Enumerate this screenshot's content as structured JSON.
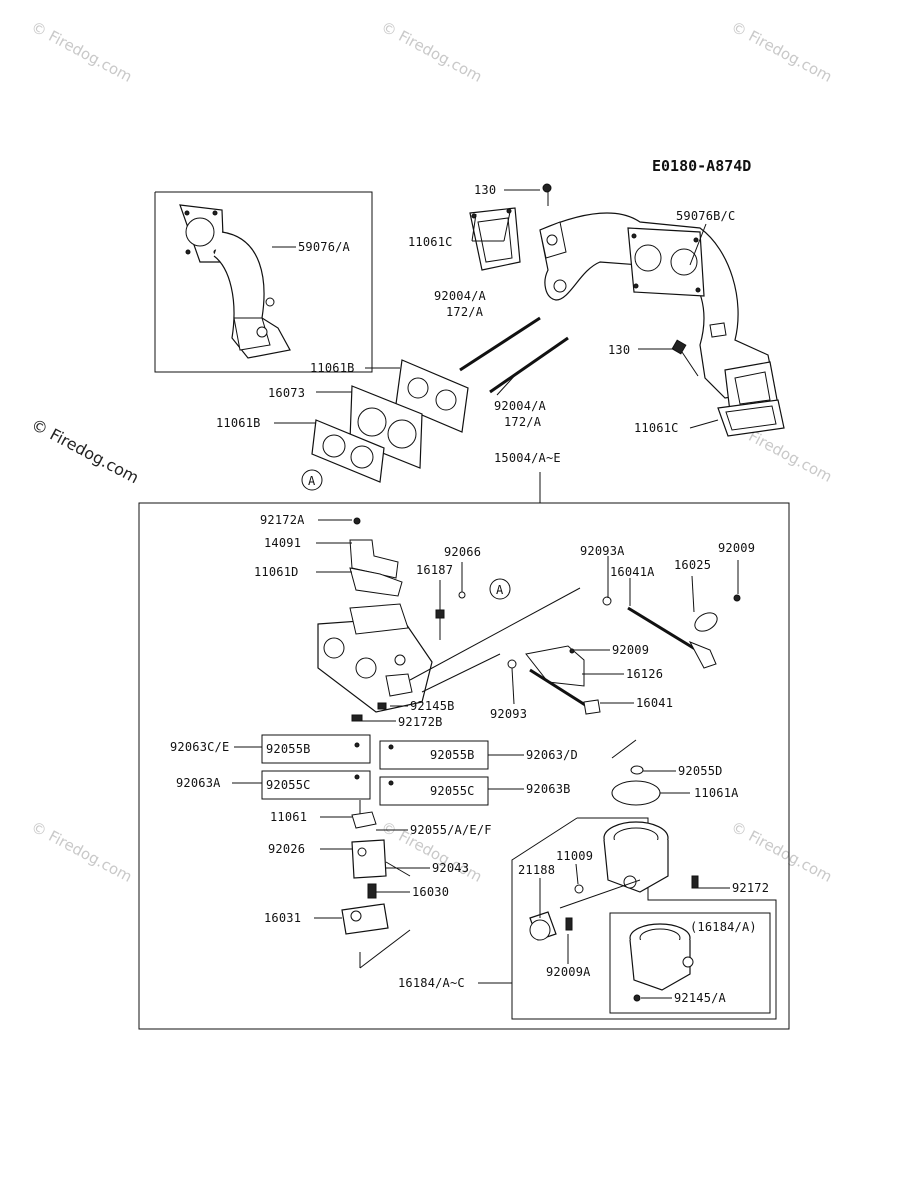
{
  "diagram_code": "E0180-A874D",
  "watermark": "© Firedog.com",
  "parts": {
    "p130a": "130",
    "p11061C_top": "11061C",
    "p59076BC": "59076B/C",
    "p59076A": "59076/A",
    "p92004A_top": "92004/A",
    "p172A_top": "172/A",
    "p130b": "130",
    "p11061B_a": "11061B",
    "p16073": "16073",
    "p11061B_b": "11061B",
    "p92004A_bot": "92004/A",
    "p172A_bot": "172/A",
    "p11061C_bot": "11061C",
    "p15004": "15004/A~E",
    "p92172A": "92172A",
    "p14091": "14091",
    "p92066": "92066",
    "p16187": "16187",
    "p11061D": "11061D",
    "p92093A": "92093A",
    "p16041A": "16041A",
    "p16025": "16025",
    "p92009_a": "92009",
    "p92009_b": "92009",
    "p16126": "16126",
    "p92145B": "92145B",
    "p92093": "92093",
    "p16041": "16041",
    "p92172B": "92172B",
    "p92063CE": "92063C/E",
    "p92055B_l": "92055B",
    "p92055B_r": "92055B",
    "p92063D": "92063/D",
    "p92063A": "92063A",
    "p92055C_l": "92055C",
    "p92055C_r": "92055C",
    "p92063B": "92063B",
    "p92055D": "92055D",
    "p11061A": "11061A",
    "p11061": "11061",
    "p92055AEF": "92055/A/E/F",
    "p92026": "92026",
    "p92043": "92043",
    "p11009": "11009",
    "p21188": "21188",
    "p92172": "92172",
    "p16030": "16030",
    "p16031": "16031",
    "p16184A_paren": "(16184/A)",
    "p92009A": "92009A",
    "p16184AC": "16184/A~C",
    "p92145A": "92145/A",
    "ref_A1": "A",
    "ref_A2": "A"
  }
}
